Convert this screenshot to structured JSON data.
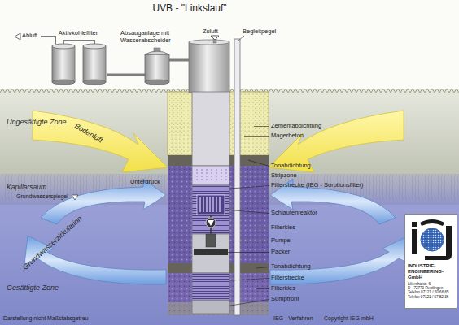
{
  "diagram": {
    "title": "UVB - \"Linkslauf\"",
    "nodes": [
      {
        "text": [
          "Aktivkohlefilter"
        ]
      },
      {
        "text": [
          "Absauganlage mit Wasserabscheider"
        ]
      },
      {
        "text": [
          "INDUSTRIE- ENGINEERING- GmbH",
          "Lilienthalstr. 6",
          "D - 72770 Reutlingen",
          "Telefon 07121 / 50 66 65",
          "Telefax 07121 / 57 82 36"
        ]
      }
    ],
    "edges": [
      {
        "from": 1,
        "to": 0,
        "arrow": "none"
      }
    ],
    "labels": [
      "Abluft",
      "Zuluft",
      "Begleitpegel",
      "Zementabdichtung",
      "Magerbeton",
      "Ungesättigte Zone",
      "Bodenluft",
      "Unterdruck",
      "Tonabdichtung",
      "Stripzone",
      "Filterstrecke (IEG - Sorptionsfilter)",
      "Kapillarsaum",
      "Grundwasserspiegel",
      "Schlautenreaktor",
      "Grundwasserzirkulation",
      "Filterkies",
      "Pumpe",
      "Packer",
      "Gesättigte Zone",
      "Tonabdichtung",
      "Filterstrecke",
      "Filterkies",
      "Sumpfrohr",
      "Darstellung nicht Maßstabsgetreu",
      "IEG - Verfahren",
      "Copyright IEG mbH"
    ]
  }
}
